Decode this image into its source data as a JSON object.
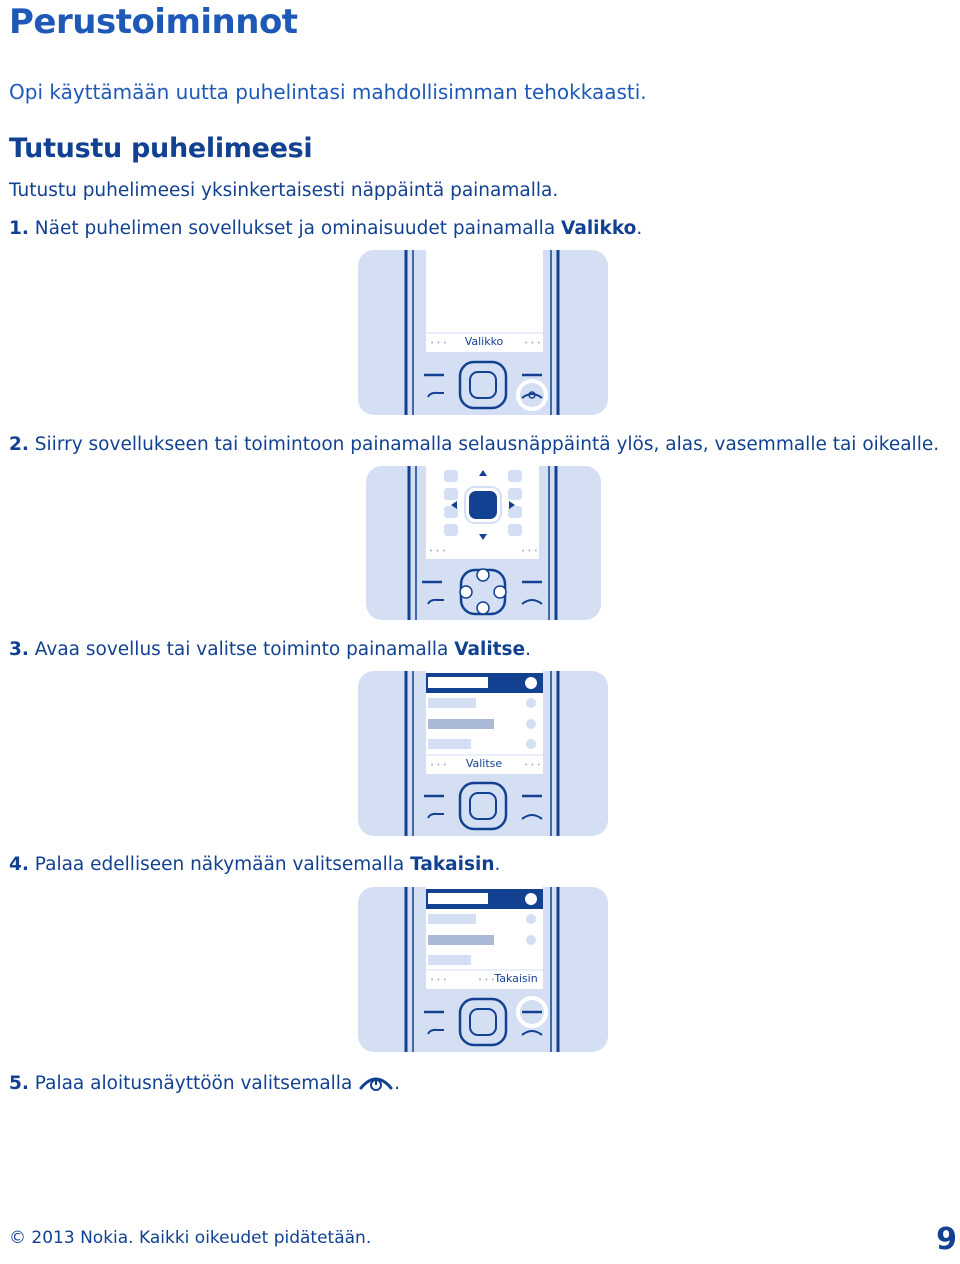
{
  "page": {
    "title": "Perustoiminnot",
    "intro": "Opi käyttämään uutta puhelintasi mahdollisimman tehokkaasti.",
    "section_heading": "Tutustu puhelimeesi",
    "section_intro": "Tutustu puhelimeesi yksinkertaisesti näppäintä painamalla."
  },
  "steps": [
    {
      "number": "1.",
      "text": "Näet puhelimen sovellukset ja ominaisuudet painamalla ",
      "bold": "Valikko",
      "tail": "."
    },
    {
      "number": "2.",
      "text": "Siirry sovellukseen tai toimintoon painamalla selausnäppäintä ylös, alas, vasemmalle tai oikealle.",
      "bold": "",
      "tail": ""
    },
    {
      "number": "3.",
      "text": "Avaa sovellus tai valitse toiminto painamalla ",
      "bold": "Valitse",
      "tail": "."
    },
    {
      "number": "4.",
      "text": "Palaa edelliseen näkymään valitsemalla ",
      "bold": "Takaisin",
      "tail": "."
    },
    {
      "number": "5.",
      "text": "Palaa aloitusnäyttöön valitsemalla ",
      "bold": "",
      "tail": "."
    }
  ],
  "illustrations": {
    "fig1_softkey": "Valikko",
    "fig3_softkey": "Valitse",
    "fig4_softkey": "Takaisin"
  },
  "footer": {
    "copyright": "© 2013 Nokia. Kaikki oikeudet pidätetään.",
    "page_number": "9"
  },
  "colors": {
    "heading": "#1f59b8",
    "text": "#124191",
    "illustration_bg": "#d4dff3",
    "illustration_stroke": "#124191",
    "highlight": "#1f59b8"
  }
}
